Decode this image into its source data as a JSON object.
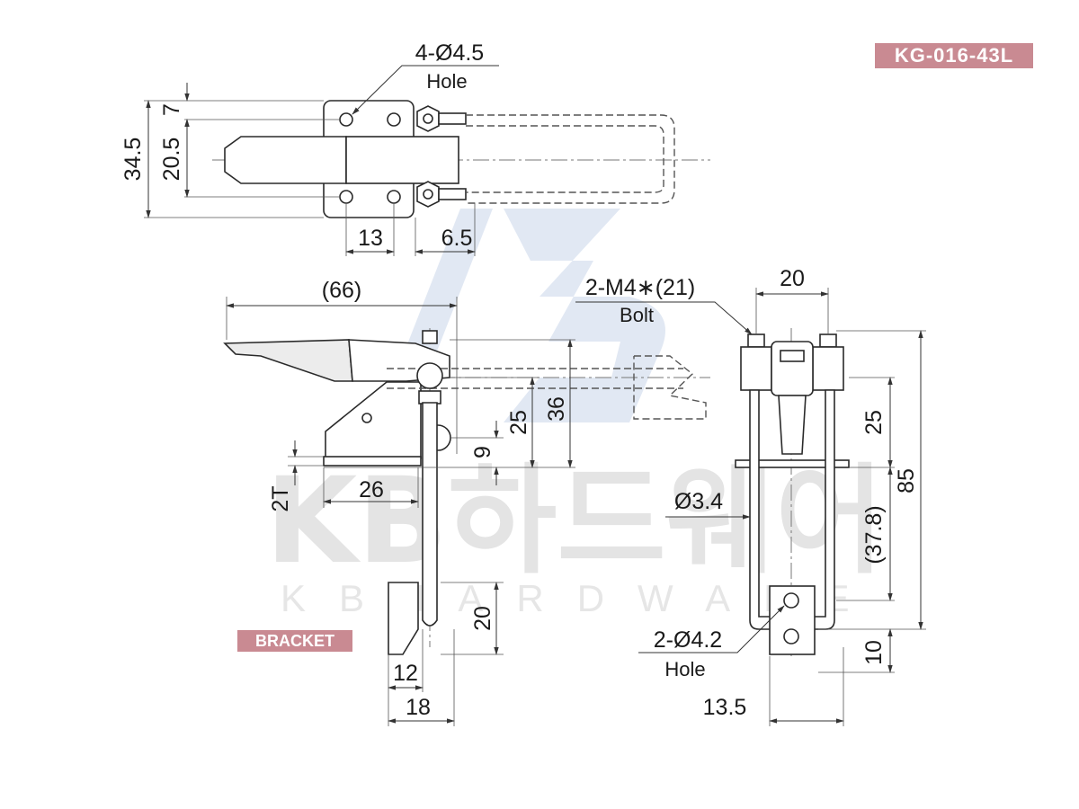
{
  "header": {
    "model_code": "KG-016-43L"
  },
  "watermark": {
    "korean": "KB하드웨어",
    "latin": "KBHARDWARE"
  },
  "labels": {
    "bracket": "BRACKET",
    "hole": "Hole",
    "bolt": "Bolt"
  },
  "top_view": {
    "hole_spec": "4-Ø4.5",
    "dims": {
      "overall_height": "34.5",
      "hole_pitch": "20.5",
      "hole_offset": "7",
      "base_width": "13",
      "bolt_offset": "6.5"
    }
  },
  "side_view": {
    "dims": {
      "overall_length": "(66)",
      "bar_height": "25",
      "overall_height": "36",
      "pivot_height": "9",
      "thickness": "2T",
      "base_length": "26",
      "bracket_height": "20",
      "bracket_slot": "12",
      "bracket_width": "18"
    }
  },
  "front_view": {
    "bolt_spec": "2-M4∗(21)",
    "hole_spec": "2-Ø4.2",
    "dims": {
      "bolt_pitch": "20",
      "wire_dia": "Ø3.4",
      "upper_height": "25",
      "total_height": "85",
      "loop_length": "(37.8)",
      "bracket_height": "10",
      "bracket_width": "13.5"
    }
  },
  "colors": {
    "badge": "#c98a92",
    "line": "#2a2a2a",
    "watermark": "#e4e4e4",
    "logo": "#c9d6ea"
  }
}
